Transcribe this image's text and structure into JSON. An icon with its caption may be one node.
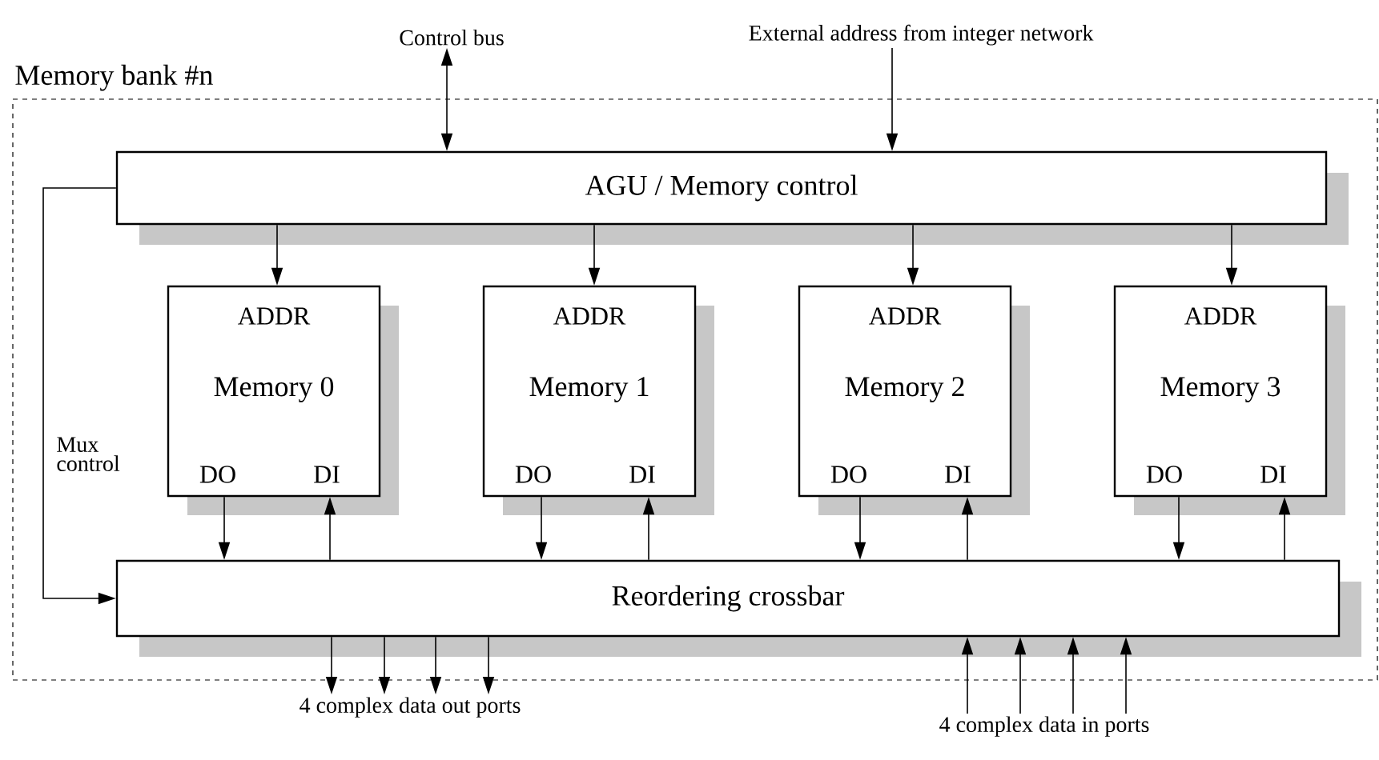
{
  "diagram": {
    "nodes": [
      {
        "text": [
          "Memory bank #n"
        ]
      },
      {
        "text": [
          "Control bus"
        ]
      },
      {
        "text": [
          "External address from integer network"
        ]
      },
      {
        "text": [
          "AGU / Memory control"
        ],
        "in": 0
      },
      {
        "text": [
          "ADDR",
          "Memory 0",
          "DO",
          "DI"
        ],
        "in": 0
      },
      {
        "text": [
          "ADDR",
          "Memory 1",
          "DO",
          "DI"
        ],
        "in": 0
      },
      {
        "text": [
          "ADDR",
          "Memory 2",
          "DO",
          "DI"
        ],
        "in": 0
      },
      {
        "text": [
          "ADDR",
          "Memory 3",
          "DO",
          "DI"
        ],
        "in": 0
      },
      {
        "text": [
          "Reordering crossbar"
        ],
        "in": 0
      },
      {
        "text": [
          "4 complex data out ports"
        ]
      },
      {
        "text": [
          "4 complex data in ports"
        ]
      }
    ],
    "edges": [
      {
        "from": 1,
        "to": 3,
        "arrow": "both"
      },
      {
        "from": 2,
        "to": 3,
        "arrow": "to"
      },
      {
        "from": 3,
        "to": 4,
        "arrow": "to"
      },
      {
        "from": 3,
        "to": 5,
        "arrow": "to"
      },
      {
        "from": 3,
        "to": 6,
        "arrow": "to"
      },
      {
        "from": 3,
        "to": 7,
        "arrow": "to"
      },
      {
        "from": 4,
        "to": 8,
        "arrow": "to"
      },
      {
        "from": 8,
        "to": 4,
        "arrow": "to"
      },
      {
        "from": 5,
        "to": 8,
        "arrow": "to"
      },
      {
        "from": 8,
        "to": 5,
        "arrow": "to"
      },
      {
        "from": 6,
        "to": 8,
        "arrow": "to"
      },
      {
        "from": 8,
        "to": 6,
        "arrow": "to"
      },
      {
        "from": 7,
        "to": 8,
        "arrow": "to"
      },
      {
        "from": 8,
        "to": 7,
        "arrow": "to"
      },
      {
        "from": 3,
        "to": 8,
        "arrow": "to",
        "label": "Mux control"
      },
      {
        "from": 8,
        "to": 9,
        "arrow": "to"
      },
      {
        "from": 8,
        "to": 9,
        "arrow": "to"
      },
      {
        "from": 8,
        "to": 9,
        "arrow": "to"
      },
      {
        "from": 8,
        "to": 9,
        "arrow": "to"
      },
      {
        "from": 10,
        "to": 8,
        "arrow": "to"
      },
      {
        "from": 10,
        "to": 8,
        "arrow": "to"
      },
      {
        "from": 10,
        "to": 8,
        "arrow": "to"
      },
      {
        "from": 10,
        "to": 8,
        "arrow": "to"
      }
    ]
  }
}
